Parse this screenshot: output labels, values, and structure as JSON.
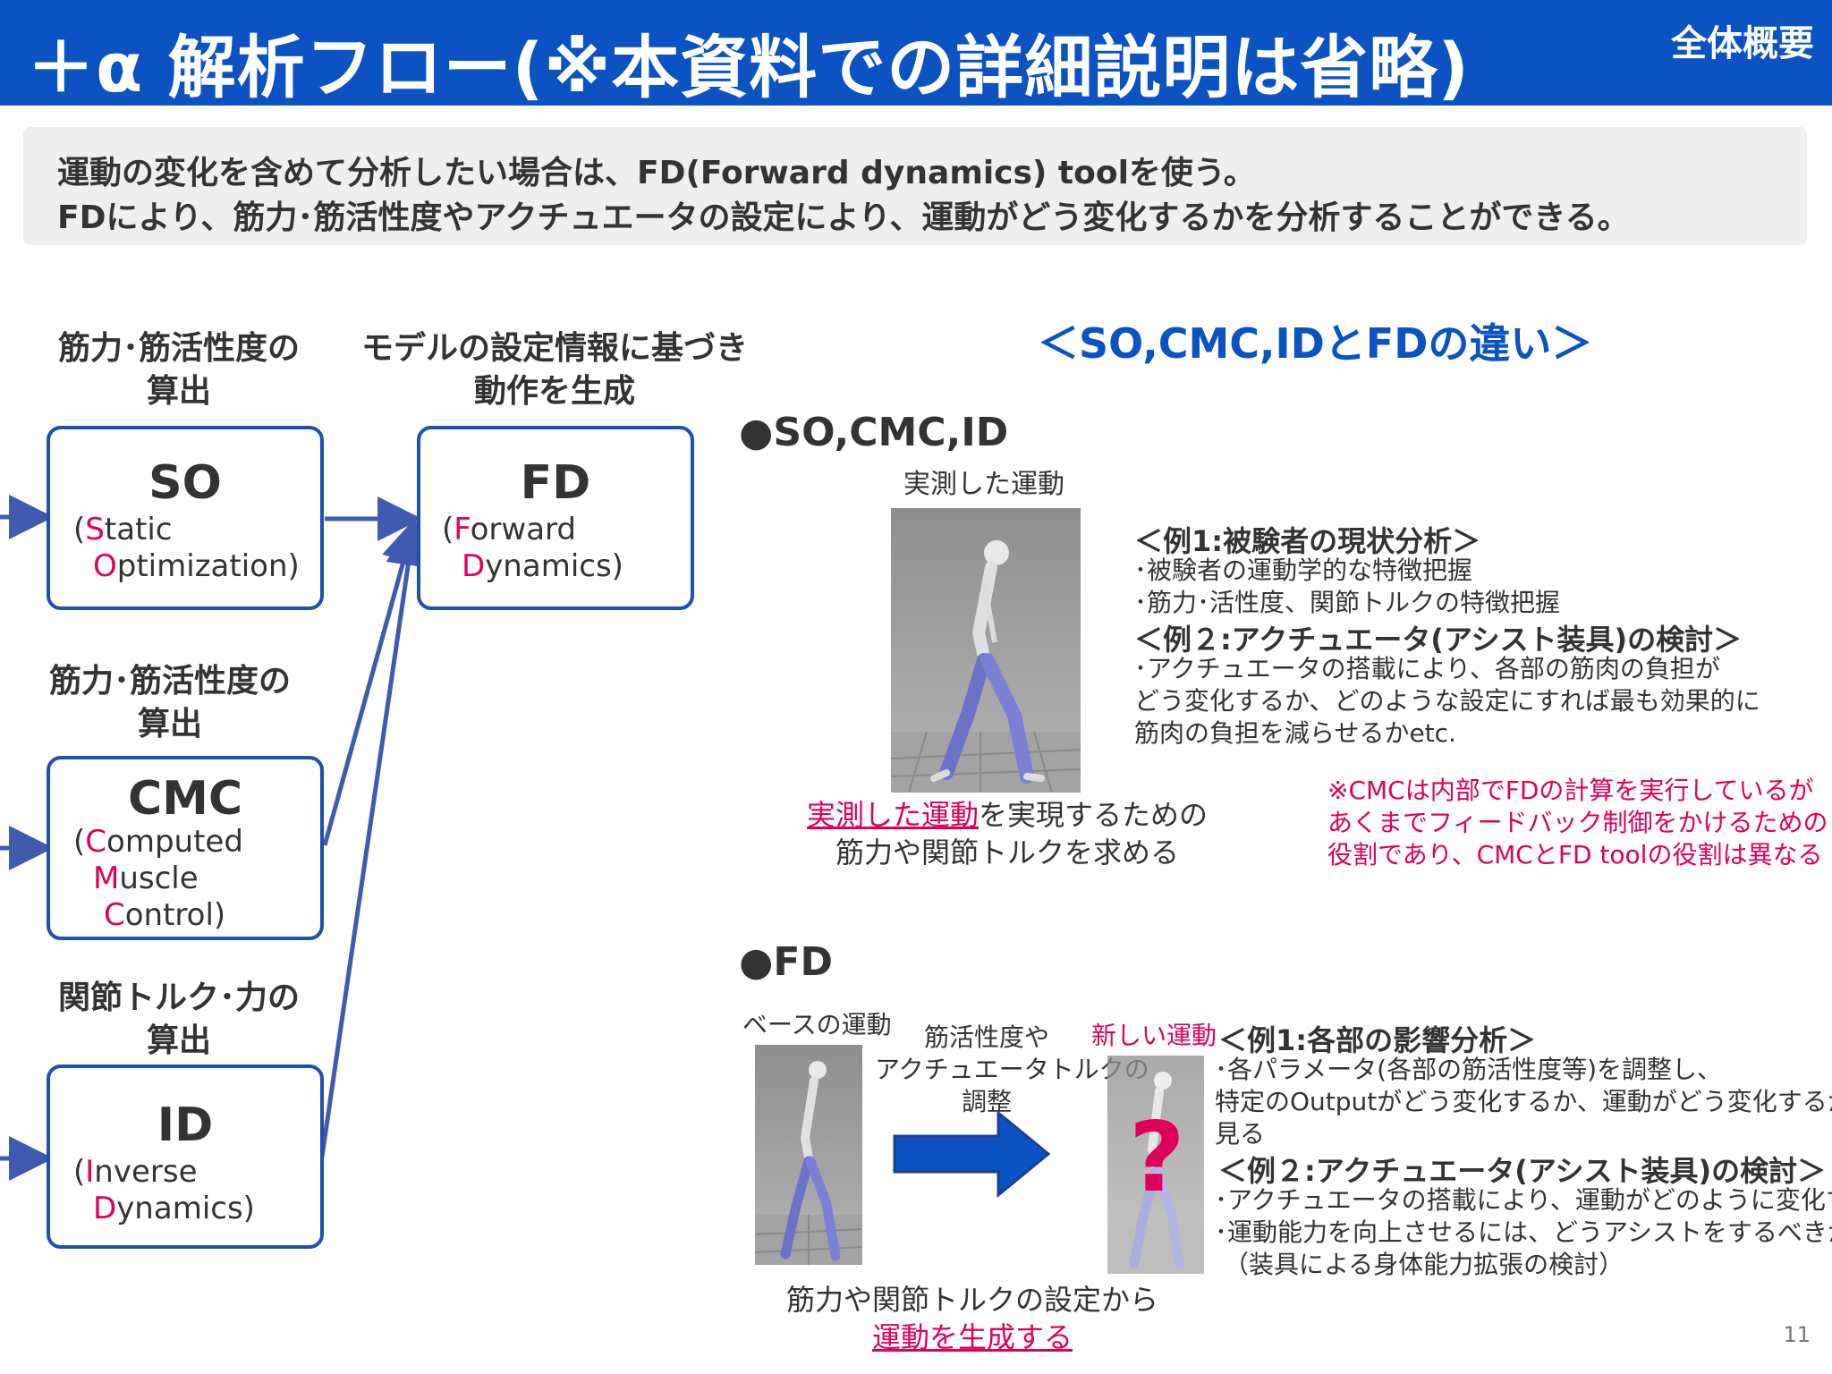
{
  "header": {
    "title": "＋α 解析フロー(※本資料での詳細説明は省略)",
    "tag": "全体概要"
  },
  "summary": {
    "line1": "運動の変化を含めて分析したい場合は、FD(Forward dynamics) toolを使う。",
    "line2": "FDにより、筋力･筋活性度やアクチュエータの設定により、運動がどう変化するかを分析することができる。"
  },
  "flow": {
    "caption_so": [
      "筋力･筋活性度の",
      "算出"
    ],
    "caption_fd": [
      "モデルの設定情報に基づき",
      "動作を生成"
    ],
    "caption_cmc": [
      "筋力･筋活性度の",
      "算出"
    ],
    "caption_id": [
      "関節トルク･力の",
      "算出"
    ],
    "so": {
      "abbr": "SO",
      "l1_open": "(",
      "l1_hl": "S",
      "l1_rest": "tatic",
      "l2_hl": "O",
      "l2_rest": "ptimization)"
    },
    "fd": {
      "abbr": "FD",
      "l1_open": "(",
      "l1_hl": "F",
      "l1_rest": "orward",
      "l2_hl": "D",
      "l2_rest": "ynamics)"
    },
    "cmc": {
      "abbr": "CMC",
      "l1_open": "(",
      "l1_hl": "C",
      "l1_rest": "omputed",
      "l2_hl": "M",
      "l2_rest": "uscle",
      "l3_hl": "C",
      "l3_rest": "ontrol)"
    },
    "id": {
      "abbr": "ID",
      "l1_open": "(",
      "l1_hl": "I",
      "l1_rest": "nverse",
      "l2_hl": "D",
      "l2_rest": "ynamics)"
    }
  },
  "right": {
    "title": "＜SO,CMC,IDとFDの違い＞",
    "section1": {
      "heading": "●SO,CMC,ID",
      "figure_label": "実測した運動",
      "caption_link": "実測した運動",
      "caption_rest": "を実現するための",
      "caption_line2": "筋力や関節トルクを求める",
      "ex1_title": "＜例1:被験者の現状分析＞",
      "ex1_items": [
        "･被験者の運動学的な特徴把握",
        "･筋力･活性度、関節トルクの特徴把握"
      ],
      "ex2_title": "＜例２:アクチュエータ(アシスト装具)の検討＞",
      "ex2_lines": [
        "･アクチュエータの搭載により、各部の筋肉の負担が",
        "どう変化するか、どのような設定にすれば最も効果的に",
        "筋肉の負担を減らせるかetc."
      ],
      "note_lines": [
        "※CMCは内部でFDの計算を実行しているが",
        "あくまでフィードバック制御をかけるための",
        "役割であり、CMCとFD toolの役割は異なる"
      ]
    },
    "section2": {
      "heading": "●FD",
      "base_label": "ベースの運動",
      "adjust_lines": [
        "筋活性度や",
        "アクチュエータトルクの",
        "調整"
      ],
      "new_label": "新しい運動",
      "question": "?",
      "ex1_title": "＜例1:各部の影響分析＞",
      "ex1_lines": [
        "･各パラメータ(各部の筋活性度等)を調整し、",
        "特定のOutputがどう変化するか、運動がどう変化するか",
        "見る"
      ],
      "ex2_title": "＜例２:アクチュエータ(アシスト装具)の検討＞",
      "ex2_lines": [
        "･アクチュエータの搭載により、運動がどのように変化するか",
        "･運動能力を向上させるには、どうアシストをするべきか",
        "（装具による身体能力拡張の検討）"
      ],
      "caption_line1": "筋力や関節トルクの設定から",
      "caption_link": "運動を生成する"
    }
  },
  "page_number": "11",
  "colors": {
    "header_blue": "#0b52c2",
    "box_border": "#1f4fb0",
    "highlight": "#e0005a",
    "arrow": "#3f5ab0"
  }
}
